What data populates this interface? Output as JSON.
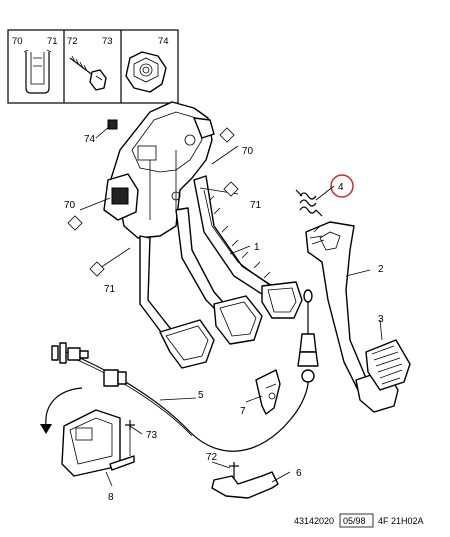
{
  "header_cells": [
    {
      "labels": [
        "70",
        "71"
      ],
      "item": "clip"
    },
    {
      "labels": [
        "72",
        "73"
      ],
      "item": "screw"
    },
    {
      "labels": [
        "74"
      ],
      "item": "nut"
    }
  ],
  "callouts": {
    "c1": "1",
    "c2": "2",
    "c3": "3",
    "c4": "4",
    "c5": "5",
    "c6": "6",
    "c7": "7",
    "c8": "8",
    "c70a": "70",
    "c70b": "70",
    "c71a": "71",
    "c71b": "71",
    "c72": "72",
    "c73": "73",
    "c74": "74"
  },
  "footer": {
    "ref": "43142020",
    "date": "05/98",
    "code": "4F 21H02A"
  },
  "colors": {
    "highlight_circle": "#cc2a2a",
    "ink": "#000000"
  }
}
